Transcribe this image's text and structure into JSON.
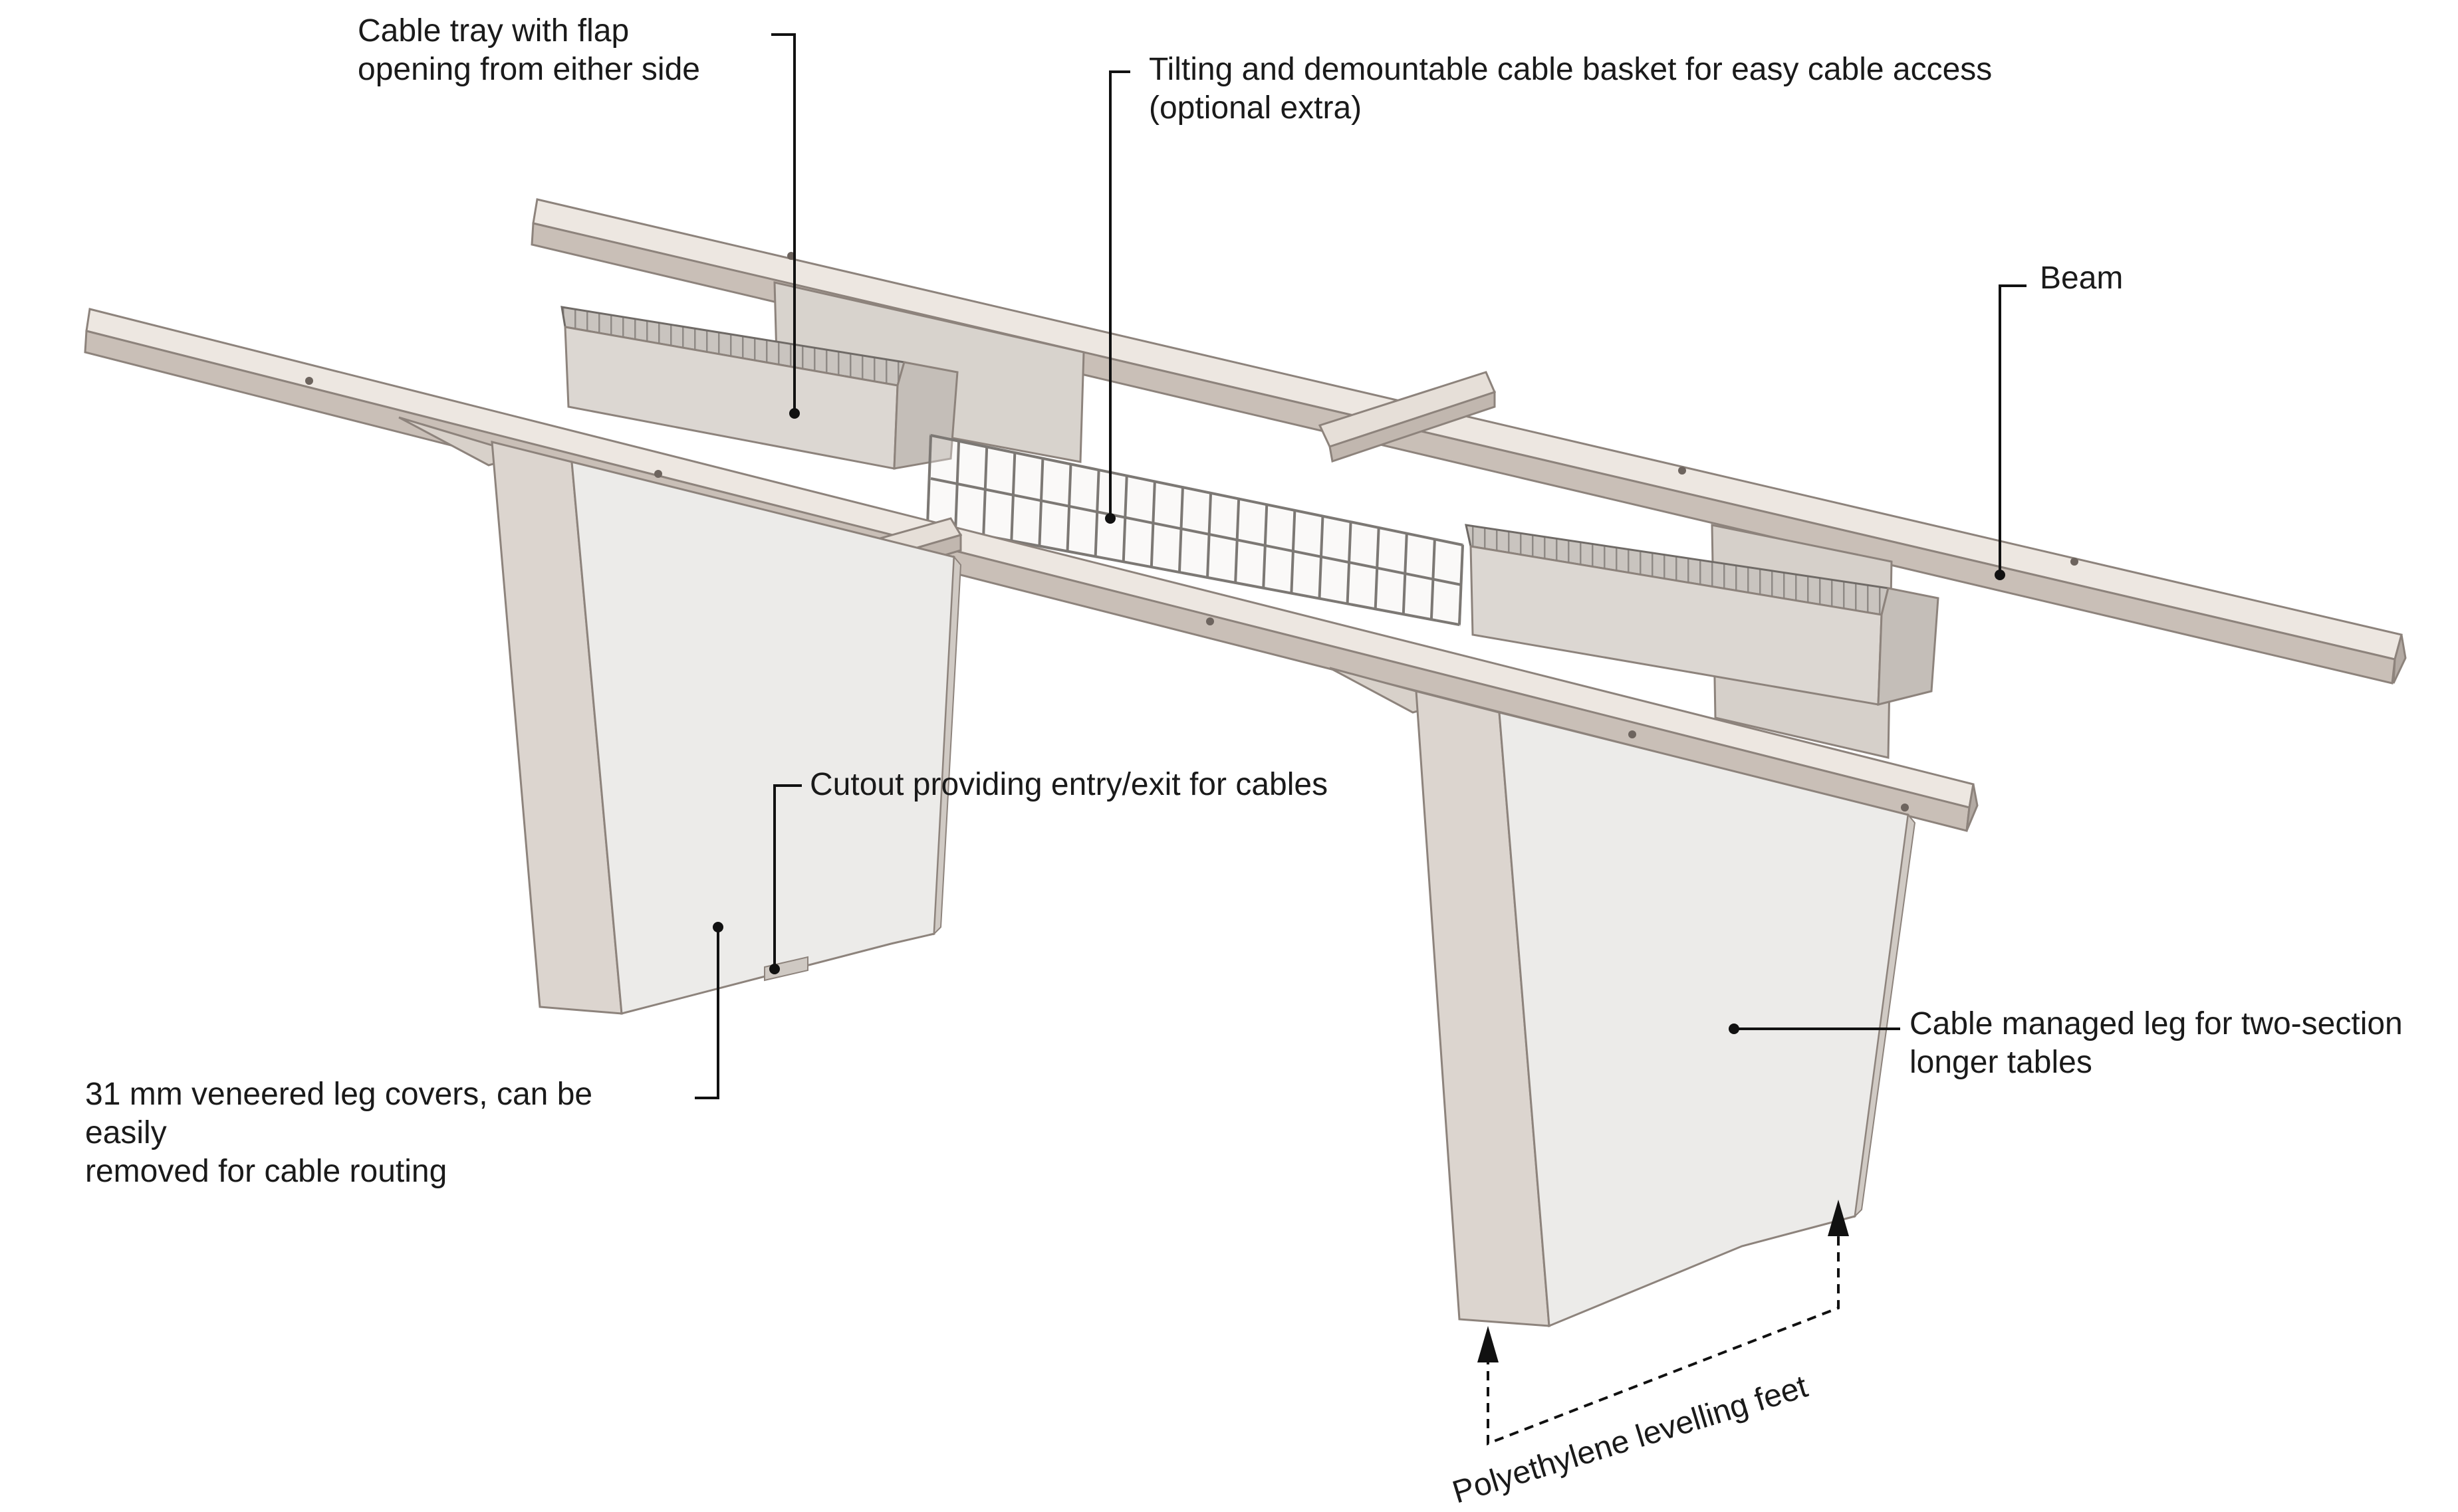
{
  "annotations": {
    "cable_tray": {
      "lines": [
        "Cable tray with flap",
        "opening from either side"
      ],
      "icon": "leader-line-callout"
    },
    "cable_basket": {
      "lines": [
        "Tilting and demountable cable basket for easy cable access",
        "(optional extra)"
      ],
      "icon": "leader-line-callout"
    },
    "beam": {
      "lines": [
        "Beam"
      ],
      "icon": "leader-line-callout"
    },
    "cutout": {
      "lines": [
        "Cutout providing entry/exit for cables"
      ],
      "icon": "leader-line-callout"
    },
    "cable_managed_leg": {
      "lines": [
        "Cable managed leg for two-section",
        "longer tables"
      ],
      "icon": "leader-line-callout"
    },
    "leg_covers": {
      "lines": [
        "31 mm veneered leg covers, can be",
        "easily",
        "removed for cable routing"
      ],
      "icon": "leader-line-callout"
    },
    "levelling_feet": {
      "lines": [
        "Polyethylene levelling feet"
      ],
      "icon": "dashed-arrow-callout"
    }
  },
  "colors": {
    "frame_top": "#ede7e1",
    "frame_side": "#c9bfb7",
    "frame_edge": "#8d837c",
    "leg_panel": "#ece9e6",
    "tray_body": "#d9d4cf",
    "tray_grille": "#a8a39e",
    "basket_wire": "#7c7874",
    "leader_line": "#111111"
  }
}
